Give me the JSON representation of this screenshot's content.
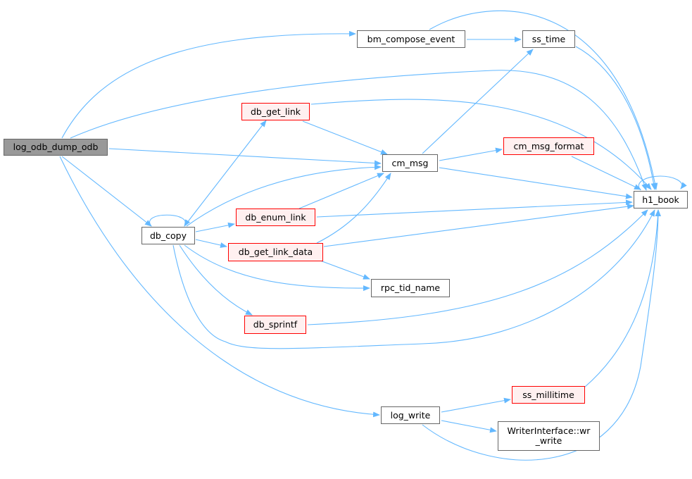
{
  "graph": {
    "edge_color": "#63b8ff",
    "nodes": {
      "log_odb_dump_odb": {
        "label": "log_odb_dump_odb",
        "style": "root"
      },
      "bm_compose_event": {
        "label": "bm_compose_event",
        "style": "normal"
      },
      "ss_time": {
        "label": "ss_time",
        "style": "normal"
      },
      "db_get_link": {
        "label": "db_get_link",
        "style": "red"
      },
      "cm_msg": {
        "label": "cm_msg",
        "style": "normal"
      },
      "cm_msg_format": {
        "label": "cm_msg_format",
        "style": "red"
      },
      "h1_book": {
        "label": "h1_book",
        "style": "normal"
      },
      "db_copy": {
        "label": "db_copy",
        "style": "normal"
      },
      "db_enum_link": {
        "label": "db_enum_link",
        "style": "red"
      },
      "db_get_link_data": {
        "label": "db_get_link_data",
        "style": "red"
      },
      "rpc_tid_name": {
        "label": "rpc_tid_name",
        "style": "normal"
      },
      "db_sprintf": {
        "label": "db_sprintf",
        "style": "red"
      },
      "ss_millitime": {
        "label": "ss_millitime",
        "style": "red"
      },
      "log_write": {
        "label": "log_write",
        "style": "normal"
      },
      "writerinterface_wr_write": {
        "label_line1": "WriterInterface::wr",
        "label_line2": "_write",
        "style": "normal"
      }
    },
    "edges": [
      [
        "log_odb_dump_odb",
        "bm_compose_event"
      ],
      [
        "log_odb_dump_odb",
        "h1_book"
      ],
      [
        "log_odb_dump_odb",
        "cm_msg"
      ],
      [
        "log_odb_dump_odb",
        "db_copy"
      ],
      [
        "log_odb_dump_odb",
        "log_write"
      ],
      [
        "bm_compose_event",
        "ss_time"
      ],
      [
        "bm_compose_event",
        "h1_book"
      ],
      [
        "ss_time",
        "h1_book"
      ],
      [
        "db_get_link",
        "cm_msg"
      ],
      [
        "db_get_link",
        "h1_book"
      ],
      [
        "cm_msg",
        "ss_time"
      ],
      [
        "cm_msg",
        "cm_msg_format"
      ],
      [
        "cm_msg",
        "h1_book"
      ],
      [
        "cm_msg_format",
        "h1_book"
      ],
      [
        "h1_book",
        "h1_book"
      ],
      [
        "db_copy",
        "db_copy"
      ],
      [
        "db_copy",
        "db_get_link"
      ],
      [
        "db_copy",
        "cm_msg"
      ],
      [
        "db_copy",
        "db_enum_link"
      ],
      [
        "db_copy",
        "db_get_link_data"
      ],
      [
        "db_copy",
        "rpc_tid_name"
      ],
      [
        "db_copy",
        "db_sprintf"
      ],
      [
        "db_copy",
        "h1_book"
      ],
      [
        "db_enum_link",
        "cm_msg"
      ],
      [
        "db_enum_link",
        "h1_book"
      ],
      [
        "db_get_link_data",
        "cm_msg"
      ],
      [
        "db_get_link_data",
        "h1_book"
      ],
      [
        "db_get_link_data",
        "rpc_tid_name"
      ],
      [
        "db_sprintf",
        "h1_book"
      ],
      [
        "log_write",
        "ss_millitime"
      ],
      [
        "log_write",
        "writerinterface_wr_write"
      ],
      [
        "log_write",
        "h1_book"
      ],
      [
        "ss_millitime",
        "h1_book"
      ]
    ]
  }
}
